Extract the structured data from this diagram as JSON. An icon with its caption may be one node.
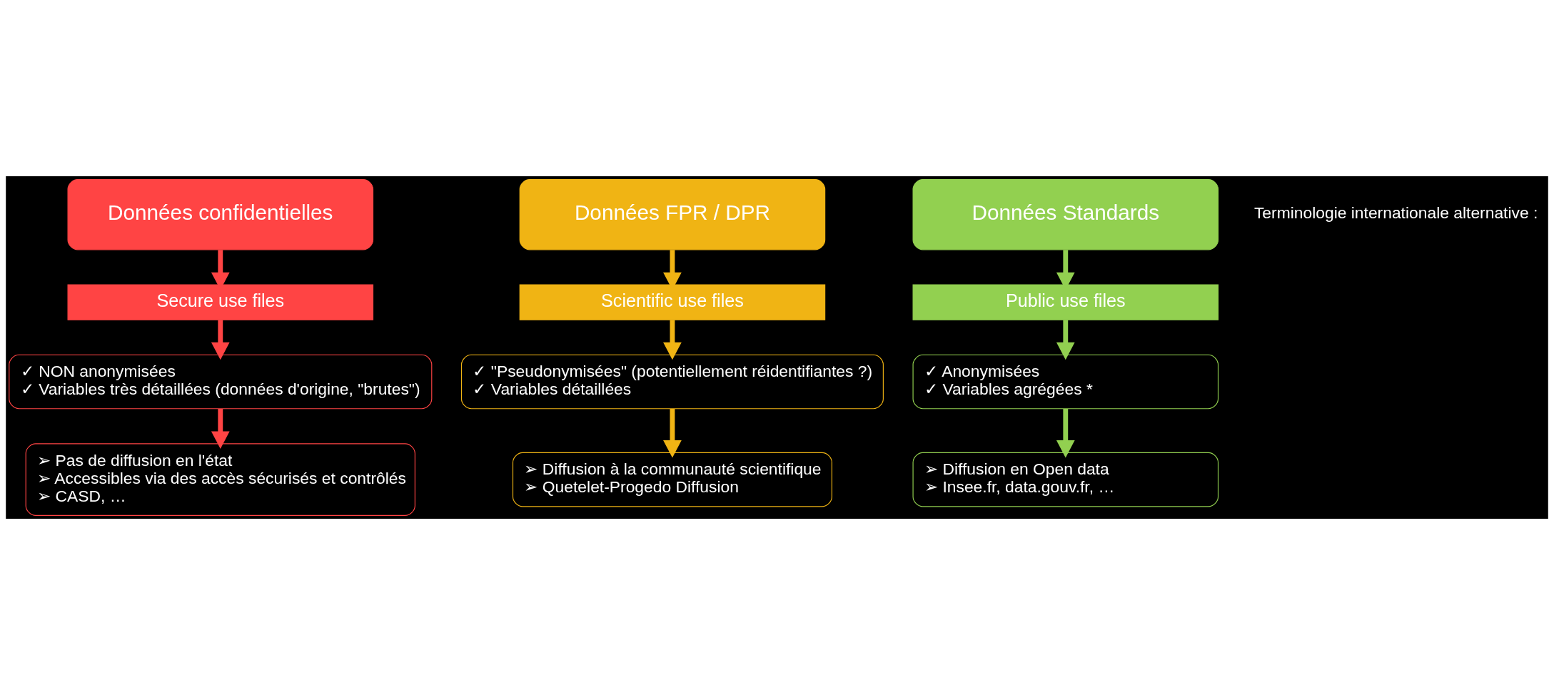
{
  "diagram": {
    "nodes": [
      {
        "text": [
          "Données confidentielles"
        ]
      },
      {
        "text": [
          "Données FPR / DPR"
        ]
      },
      {
        "text": [
          "Données Standards"
        ]
      },
      {
        "text": [
          "Secure use files"
        ]
      },
      {
        "text": [
          "Scientific use files"
        ]
      },
      {
        "text": [
          "Public use files"
        ]
      },
      {
        "text": [
          "✓ NON anonymisées",
          "✓ Variables très détaillées (données d'origine, \"brutes\")"
        ]
      },
      {
        "text": [
          "✓ \"Pseudonymisées\" (potentiellement réidentifiantes ?)",
          "✓ Variables détaillées"
        ]
      },
      {
        "text": [
          "✓ Anonymisées",
          "✓ Variables agrégées *"
        ]
      },
      {
        "text": [
          "➢ Pas de diffusion en l'état",
          "➢ Accessibles via des accès sécurisés et contrôlés",
          "➢ CASD, …"
        ]
      },
      {
        "text": [
          "➢ Diffusion à la communauté scientifique",
          "➢ Quetelet-Progedo Diffusion"
        ]
      },
      {
        "text": [
          "➢ Diffusion en Open data",
          "➢ Insee.fr, data.gouv.fr, …"
        ]
      }
    ],
    "edges": [
      {
        "from": 0,
        "to": 3,
        "arrow": "to",
        "color": "#ff4444"
      },
      {
        "from": 1,
        "to": 4,
        "arrow": "to",
        "color": "#f0b414"
      },
      {
        "from": 2,
        "to": 5,
        "arrow": "to",
        "color": "#92d050"
      },
      {
        "from": 3,
        "to": 6,
        "arrow": "to",
        "color": "#ff4444"
      },
      {
        "from": 4,
        "to": 7,
        "arrow": "to",
        "color": "#f0b414"
      },
      {
        "from": 5,
        "to": 8,
        "arrow": "to",
        "color": "#92d050"
      },
      {
        "from": 6,
        "to": 9,
        "arrow": "to",
        "color": "#ff4444"
      },
      {
        "from": 7,
        "to": 10,
        "arrow": "to",
        "color": "#f0b414"
      },
      {
        "from": 8,
        "to": 11,
        "arrow": "to",
        "color": "#92d050"
      }
    ],
    "labels": [
      "Terminologie internationale alternative :"
    ]
  }
}
